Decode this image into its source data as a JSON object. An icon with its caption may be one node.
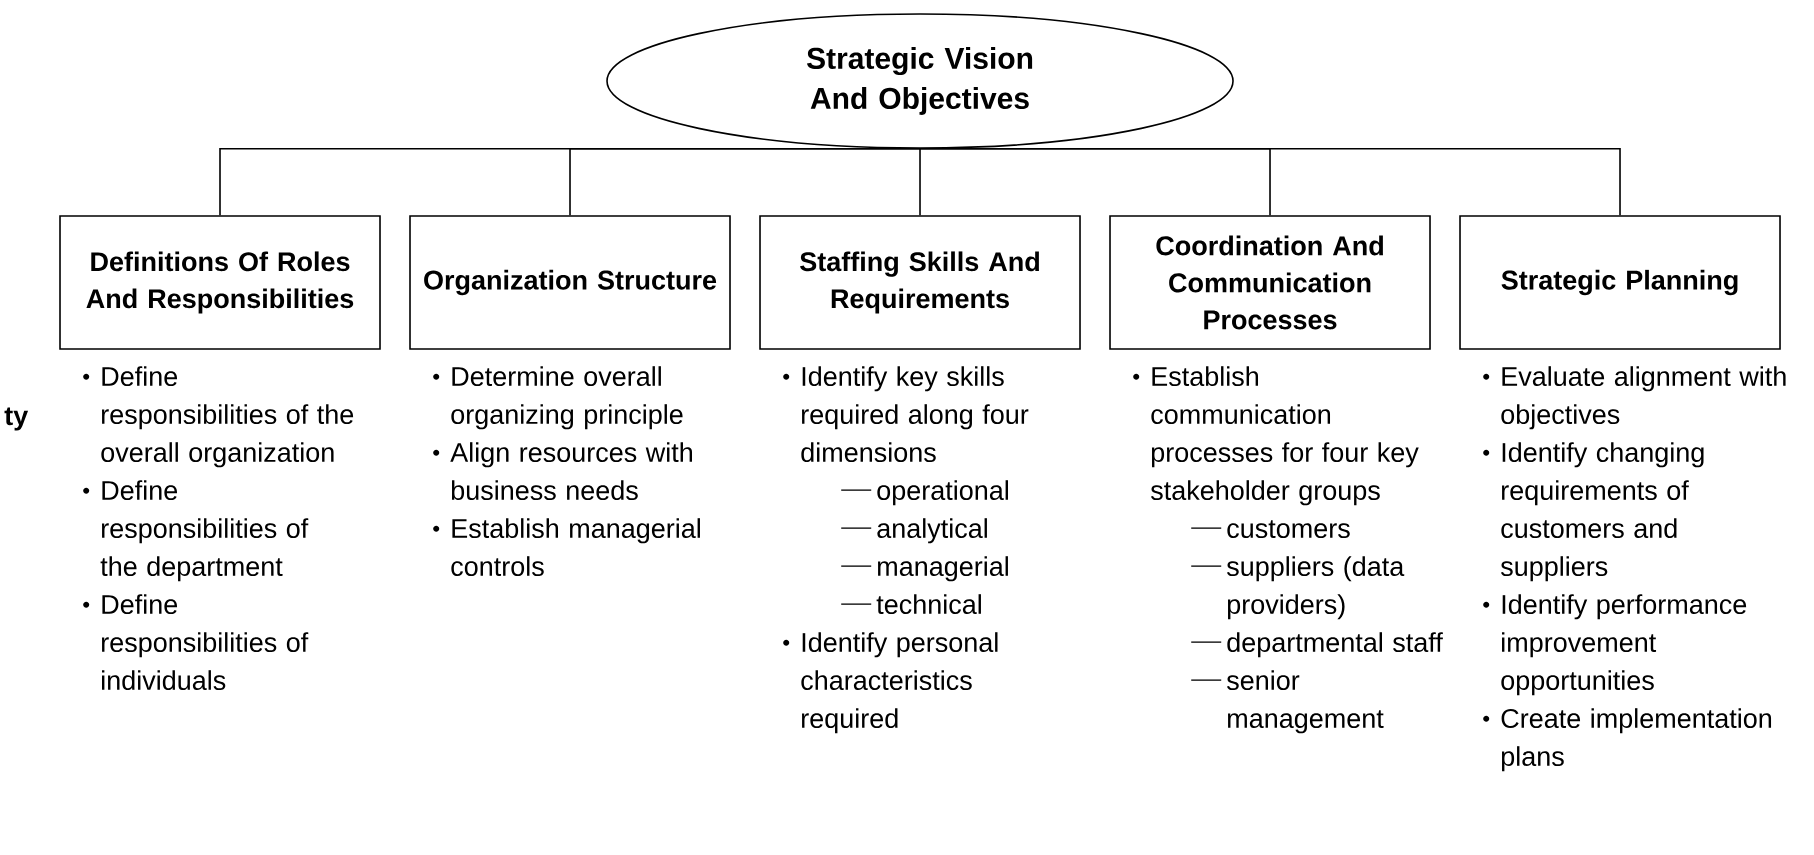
{
  "diagram": {
    "nodes": [
      {
        "text": [
          "Strategic Vision And Objectives"
        ]
      },
      {
        "text": [
          "Definitions Of Roles And Responsibilities"
        ],
        "beside": [
          "Define responsibilities of the overall organization",
          "Define responsibilities of the department",
          "Define responsibilities of individuals"
        ]
      },
      {
        "text": [
          "Organization Structure"
        ],
        "beside": [
          "Determine overall organizing principle",
          "Align resources with business needs",
          "Establish managerial controls"
        ]
      },
      {
        "text": [
          "Staffing Skills And Requirements"
        ],
        "beside": [
          "Identify key skills required along four dimensions",
          "operational",
          "analytical",
          "managerial",
          "technical",
          "Identify personal characteristics required"
        ]
      },
      {
        "text": [
          "Coordination And Communication Processes"
        ],
        "beside": [
          "Establish communication processes for four key stakeholder groups",
          "customers",
          "suppliers (data providers)",
          "departmental staff",
          "senior management"
        ]
      },
      {
        "text": [
          "Strategic Planning"
        ],
        "beside": [
          "Evaluate alignment with objectives",
          "Identify changing requirements of customers and suppliers",
          "Identify performance improvement opportunities",
          "Create implementation plans"
        ]
      }
    ],
    "edges": [
      {
        "from": 0,
        "to": 1,
        "arrow": "none"
      },
      {
        "from": 0,
        "to": 2,
        "arrow": "none"
      },
      {
        "from": 0,
        "to": 3,
        "arrow": "none"
      },
      {
        "from": 0,
        "to": 4,
        "arrow": "none"
      },
      {
        "from": 0,
        "to": 5,
        "arrow": "none"
      }
    ],
    "labels": [
      "ty"
    ]
  }
}
